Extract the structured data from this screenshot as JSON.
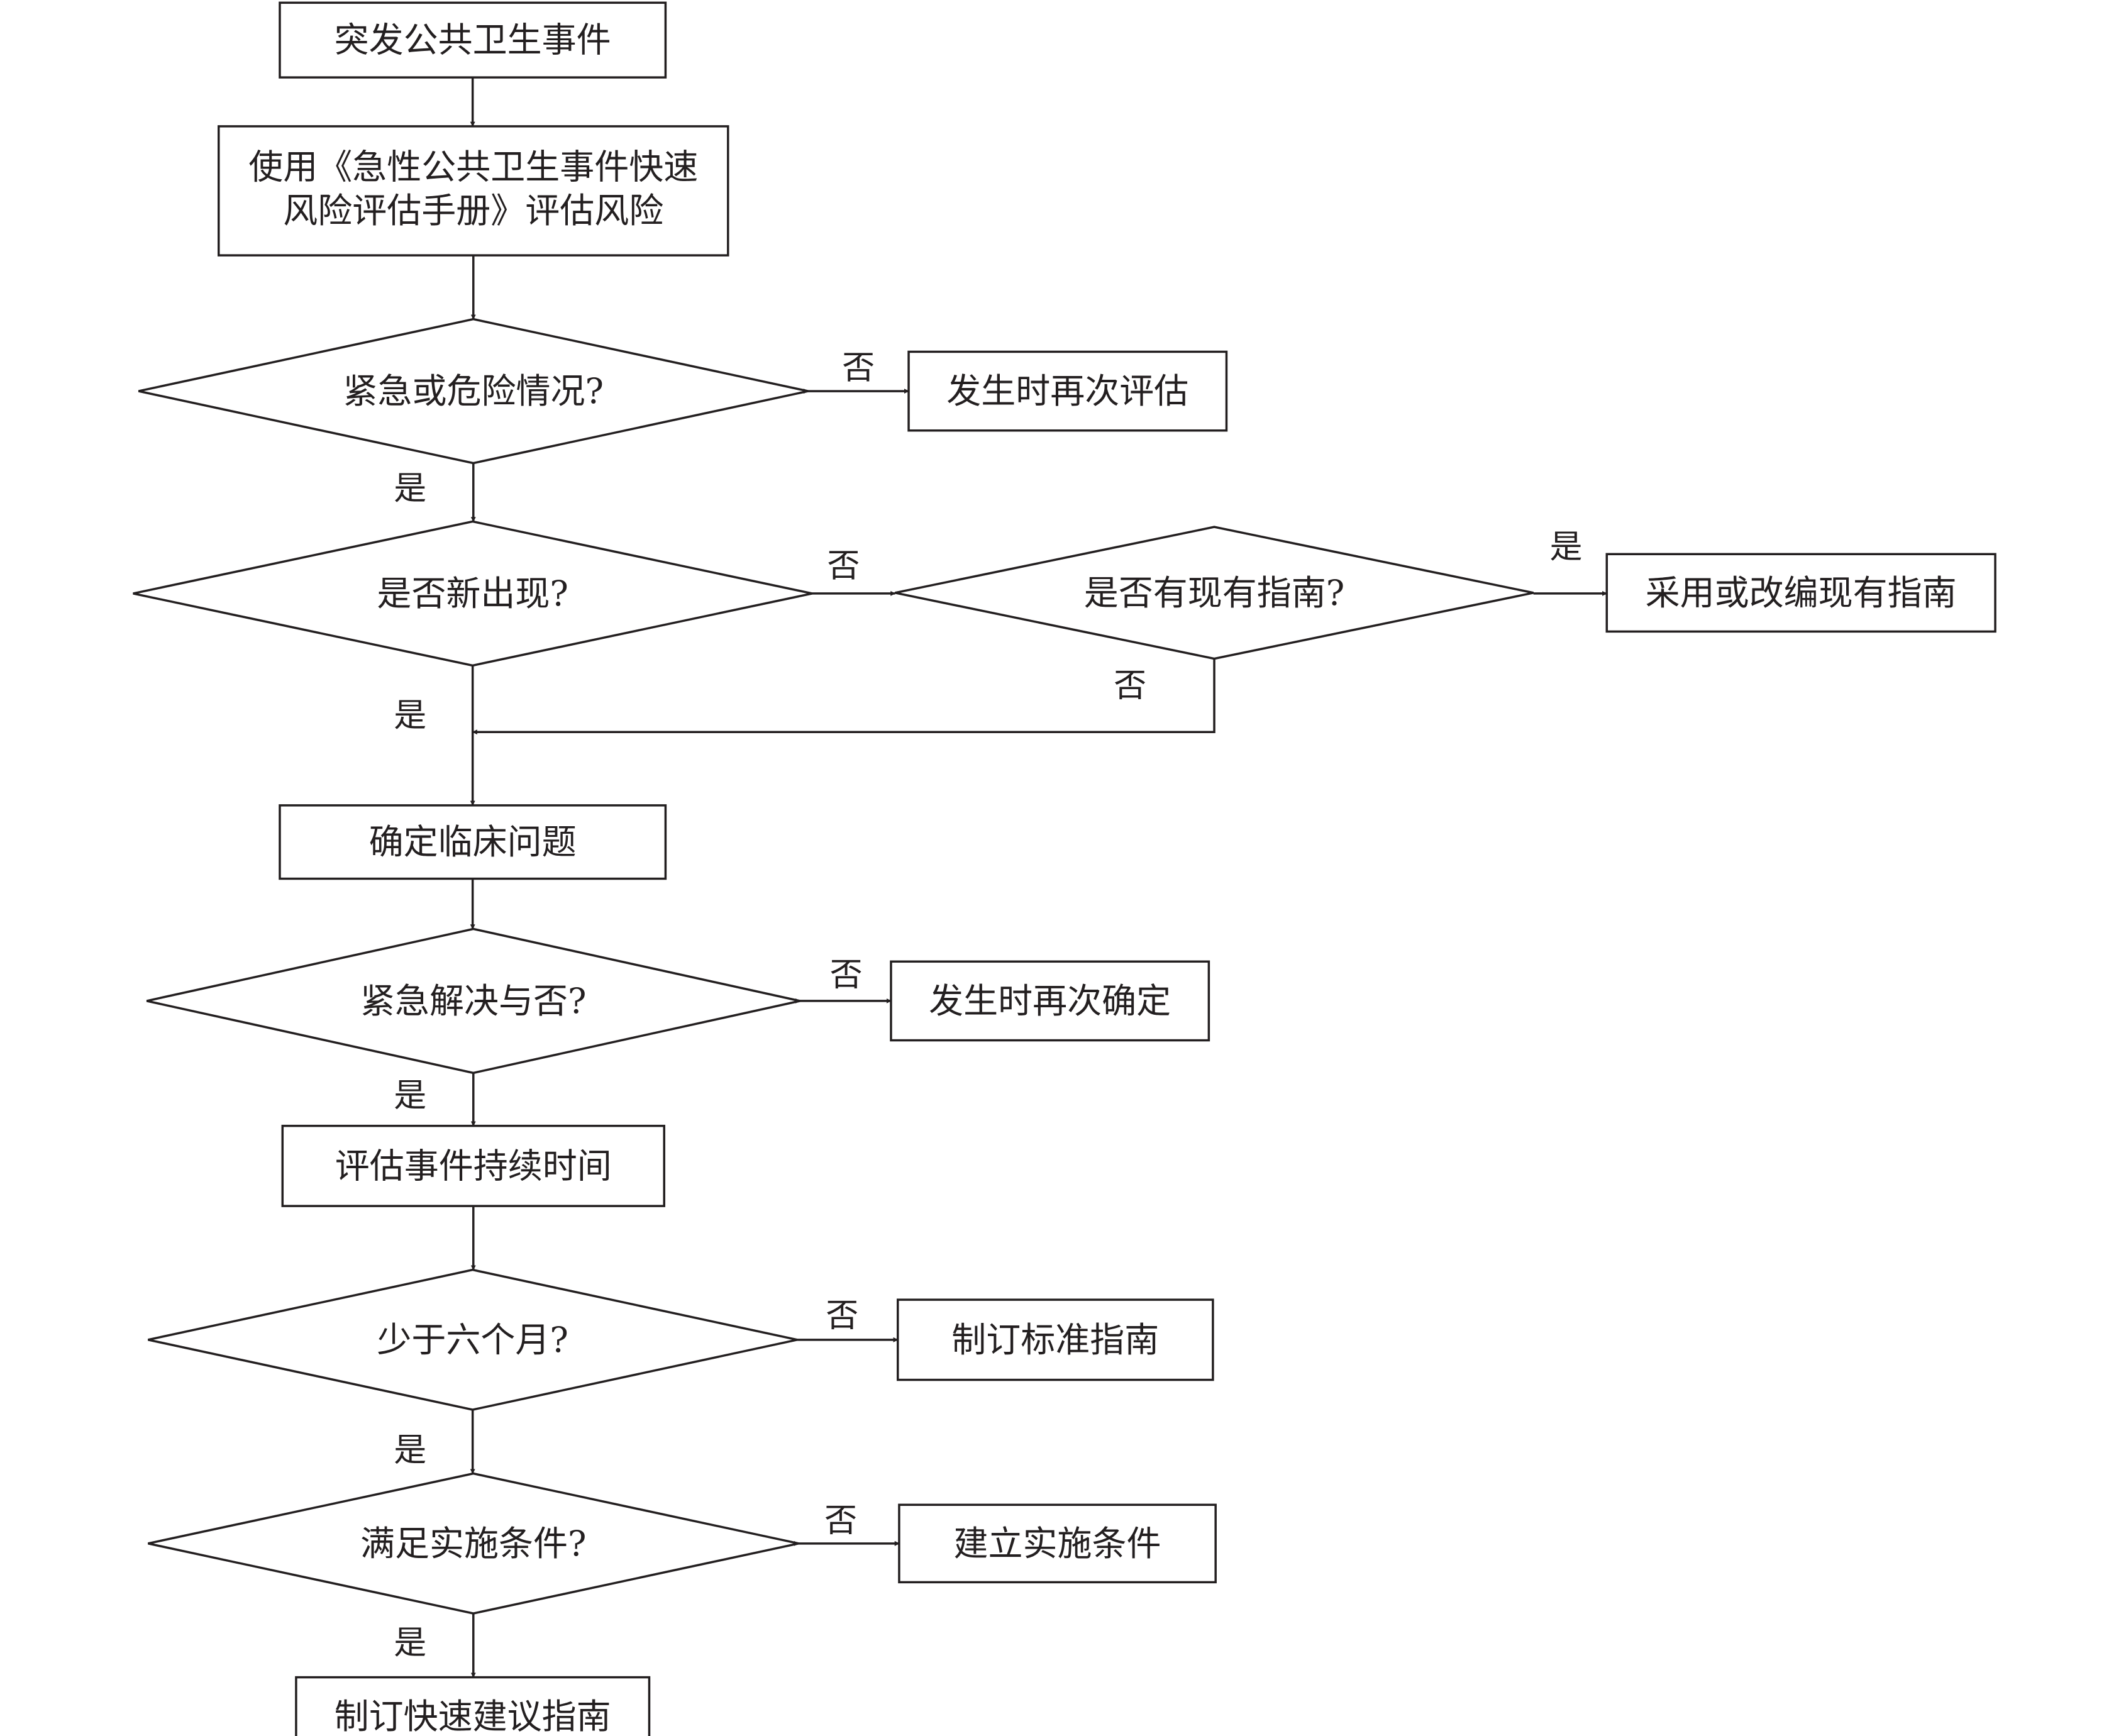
{
  "nodes": {
    "event": "突发公共卫生事件",
    "assess_line1": "使用《急性公共卫生事件快速",
    "assess_line2": "风险评估手册》评估风险",
    "urgent": "紧急或危险情况?",
    "reassess": "发生时再次评估",
    "new": "是否新出现?",
    "has_guide": "是否有现有指南?",
    "adopt": "采用或改编现有指南",
    "clinical": "确定临床问题",
    "urgent_solve": "紧急解决与否?",
    "redefine": "发生时再次确定",
    "duration": "评估事件持续时间",
    "six_months": "少于六个月?",
    "standard": "制订标准指南",
    "conditions": "满足实施条件?",
    "build": "建立实施条件",
    "rapid": "制订快速建议指南"
  },
  "labels": {
    "yes": "是",
    "no": "否"
  }
}
